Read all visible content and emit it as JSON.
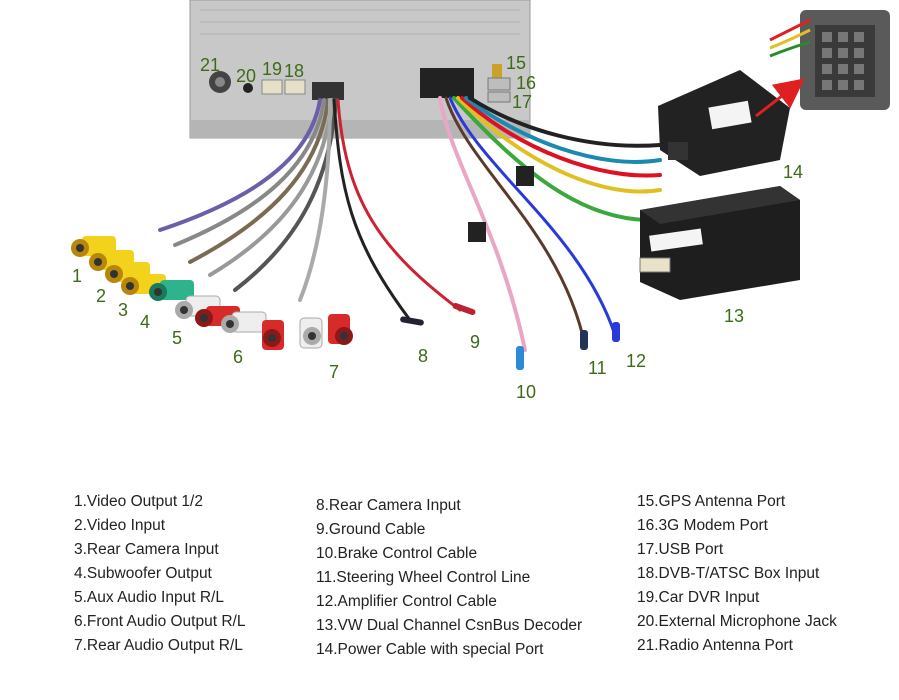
{
  "callout_numbers": {
    "n1": "1",
    "n2": "2",
    "n3": "3",
    "n4": "4",
    "n5": "5",
    "n6": "6",
    "n7": "7",
    "n8": "8",
    "n9": "9",
    "n10": "10",
    "n11": "11",
    "n12": "12",
    "n13": "13",
    "n14": "14",
    "n15": "15",
    "n16": "16",
    "n17": "17",
    "n18": "18",
    "n19": "19",
    "n20": "20",
    "n21": "21"
  },
  "legend": {
    "col1": [
      "1.Video Output 1/2",
      "2.Video Input",
      "3.Rear Camera Input",
      "4.Subwoofer Output",
      "5.Aux Audio Input R/L",
      "6.Front Audio Output R/L",
      "7.Rear Audio Output R/L"
    ],
    "col2": [
      "8.Rear Camera Input",
      "9.Ground Cable",
      "10.Brake Control Cable",
      "11.Steering Wheel Control Line",
      "12.Amplifier Control Cable",
      "13.VW Dual Channel CsnBus Decoder",
      "14.Power Cable with special Port"
    ],
    "col3": [
      "15.GPS Antenna Port",
      "16.3G Modem Port",
      "17.USB Port",
      "18.DVB-T/ATSC Box Input",
      "19.Car DVR Input",
      "20.External Microphone Jack",
      "21.Radio Antenna Port"
    ]
  },
  "colors": {
    "callout": "#3d6b16",
    "yellow_rca": "#f2d21b",
    "green_rca": "#2fb38c",
    "red_rca": "#d92a2a",
    "white_rca": "#eeeeee",
    "arrow": "#e02020"
  }
}
